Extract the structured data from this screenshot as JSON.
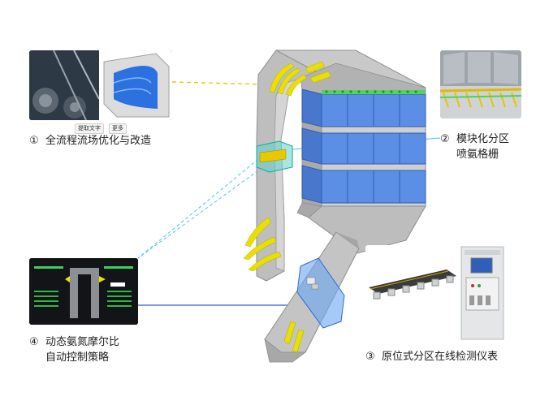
{
  "labels": {
    "l1": {
      "num": "①",
      "text": "全流程流场优化与改造"
    },
    "l2": {
      "num": "②",
      "line1": "模块化分区",
      "line2": "喷氨格栅"
    },
    "l3": {
      "num": "③",
      "text": "原位式分区在线检测仪表"
    },
    "l4": {
      "num": "④",
      "line1": "动态氨氮摩尔比",
      "line2": "自动控制策略"
    }
  },
  "chips": {
    "extract": "提取文字",
    "more": "更多"
  },
  "colors": {
    "accent_yellow": "#e8e000",
    "catalyst_blue": "#5b8fe6",
    "duct_gray": "#b9b9bb",
    "leader_yellow": "#f2c400",
    "leader_cyan": "#40c8e0",
    "leader_blue": "#2a5bd7"
  }
}
